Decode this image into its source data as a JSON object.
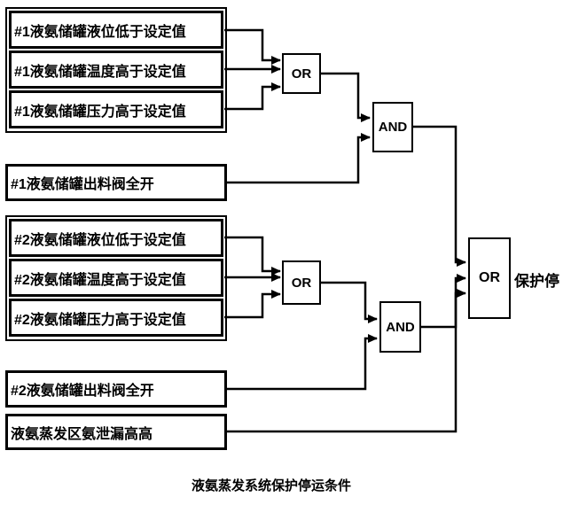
{
  "diagram": {
    "caption": "液氨蒸发系统保护停运条件",
    "output_label": "保护停"
  },
  "inputs": [
    {
      "id": "tank1-level",
      "label": "#1液氨储罐液位低于设定值"
    },
    {
      "id": "tank1-temp",
      "label": "#1液氨储罐温度高于设定值"
    },
    {
      "id": "tank1-pressure",
      "label": "#1液氨储罐压力高于设定值"
    },
    {
      "id": "tank1-valve",
      "label": "#1液氨储罐出料阀全开"
    },
    {
      "id": "tank2-level",
      "label": "#2液氨储罐液位低于设定值"
    },
    {
      "id": "tank2-temp",
      "label": "#2液氨储罐温度高于设定值"
    },
    {
      "id": "tank2-pressure",
      "label": "#2液氨储罐压力高于设定值"
    },
    {
      "id": "tank2-valve",
      "label": "#2液氨储罐出料阀全开"
    },
    {
      "id": "leak",
      "label": "液氨蒸发区氨泄漏高高"
    }
  ],
  "gates": [
    {
      "id": "or-tank1",
      "label": "OR"
    },
    {
      "id": "and-tank1",
      "label": "AND"
    },
    {
      "id": "or-tank2",
      "label": "OR"
    },
    {
      "id": "and-tank2",
      "label": "AND"
    },
    {
      "id": "or-final",
      "label": "OR"
    }
  ]
}
